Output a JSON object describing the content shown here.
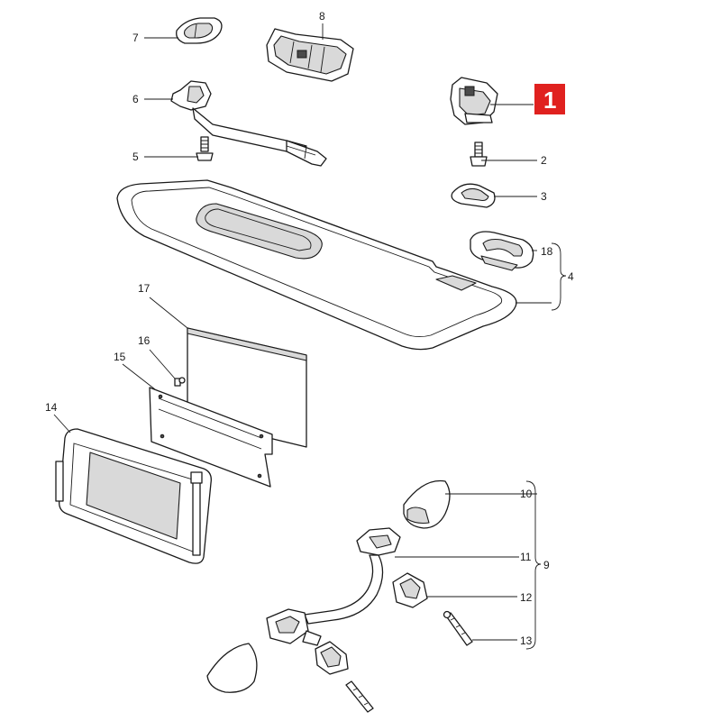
{
  "callouts": {
    "c1": "1",
    "c2": "2",
    "c3": "3",
    "c4": "4",
    "c5": "5",
    "c6": "6",
    "c7": "7",
    "c8": "8",
    "c9": "9",
    "c10": "10",
    "c11": "11",
    "c12": "12",
    "c13": "13",
    "c14": "14",
    "c15": "15",
    "c16": "16",
    "c17": "17",
    "c18": "18"
  },
  "highlight": {
    "label": "1",
    "color": "#e0211f"
  }
}
